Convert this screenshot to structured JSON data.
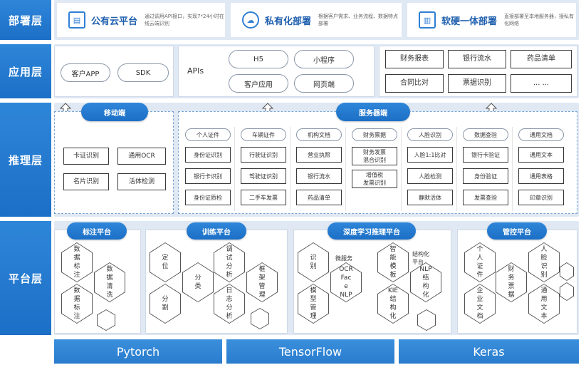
{
  "layers": {
    "deploy": "部署层",
    "app": "应用层",
    "inference": "推理层",
    "platform": "平台层"
  },
  "deploy": [
    {
      "title": "公有云平台",
      "desc": "通过调用API接口，实现7*24小时在线云端识别",
      "icon": "cloud-server-icon"
    },
    {
      "title": "私有化部署",
      "desc": "根据客户需求、业务流程、数据特点部署",
      "icon": "private-cloud-icon"
    },
    {
      "title": "软硬一体部署",
      "desc": "直接部署至本地服务器，接私有化网络",
      "icon": "hardware-icon"
    }
  ],
  "app": {
    "left": [
      "客户APP",
      "SDK"
    ],
    "apis_label": "APIs",
    "apis": [
      "H5",
      "小程序",
      "客户应用",
      "网页端"
    ],
    "right": [
      "财务报表",
      "银行流水",
      "药品清单",
      "合同比对",
      "票据识别",
      "... ..."
    ]
  },
  "inference": {
    "mobile_label": "移动端",
    "mobile": [
      "卡证识别",
      "通用OCR",
      "名片识别",
      "活体检测"
    ],
    "server_label": "服务器端",
    "categories": [
      {
        "name": "个人证件",
        "items": [
          "身份证识别",
          "银行卡识别",
          "身份证质检"
        ]
      },
      {
        "name": "车辆证件",
        "items": [
          "行驶证识别",
          "驾驶证识别",
          "二手车发票"
        ]
      },
      {
        "name": "机构文档",
        "items": [
          "营业执照",
          "银行流水",
          "药品清单"
        ]
      },
      {
        "name": "财务票据",
        "items": [
          "财务发票\n混合识别",
          "增值税\n发票识别"
        ]
      },
      {
        "name": "人脸识别",
        "items": [
          "人脸1:1比对",
          "人脸检测",
          "静默活体"
        ]
      },
      {
        "name": "数据查验",
        "items": [
          "银行卡验证",
          "身份验证",
          "发票查验"
        ]
      },
      {
        "name": "通用文档",
        "items": [
          "通用文本",
          "通用表格",
          "印章识别"
        ]
      }
    ]
  },
  "platform": {
    "annotation": {
      "label": "标注平台",
      "hexes": [
        "数\n据\n标\n注",
        "数\n据\n清\n洗",
        "数\n据\n标\n注",
        ""
      ]
    },
    "training": {
      "label": "训练平台",
      "hexes": [
        "定\n位",
        "分\n割",
        "分\n类",
        "调\n试\n分\n析",
        "日\n志\n分\n析",
        "框\n架\n管\n理",
        ""
      ]
    },
    "deep": {
      "label": "深度学习推理平台",
      "microservice": "微服务",
      "structured": "结构化\n平台",
      "hexes": [
        "识\n别",
        "模\n型\n管\n理",
        "OCR\nFac\ne\nNLP",
        "智\n能\n模\n板",
        "KIE\n结\n构\n化",
        "NLP\n结\n构\n化",
        ""
      ]
    },
    "control": {
      "label": "管控平台",
      "hexes": [
        "个\n人\n证\n件",
        "企\n业\n文\n档",
        "财\n务\n票\n据",
        "人\n脸\n识\n别",
        "通\n用\n文\n本",
        "",
        ""
      ]
    }
  },
  "frameworks": [
    "Pytorch",
    "TensorFlow",
    "Keras"
  ]
}
